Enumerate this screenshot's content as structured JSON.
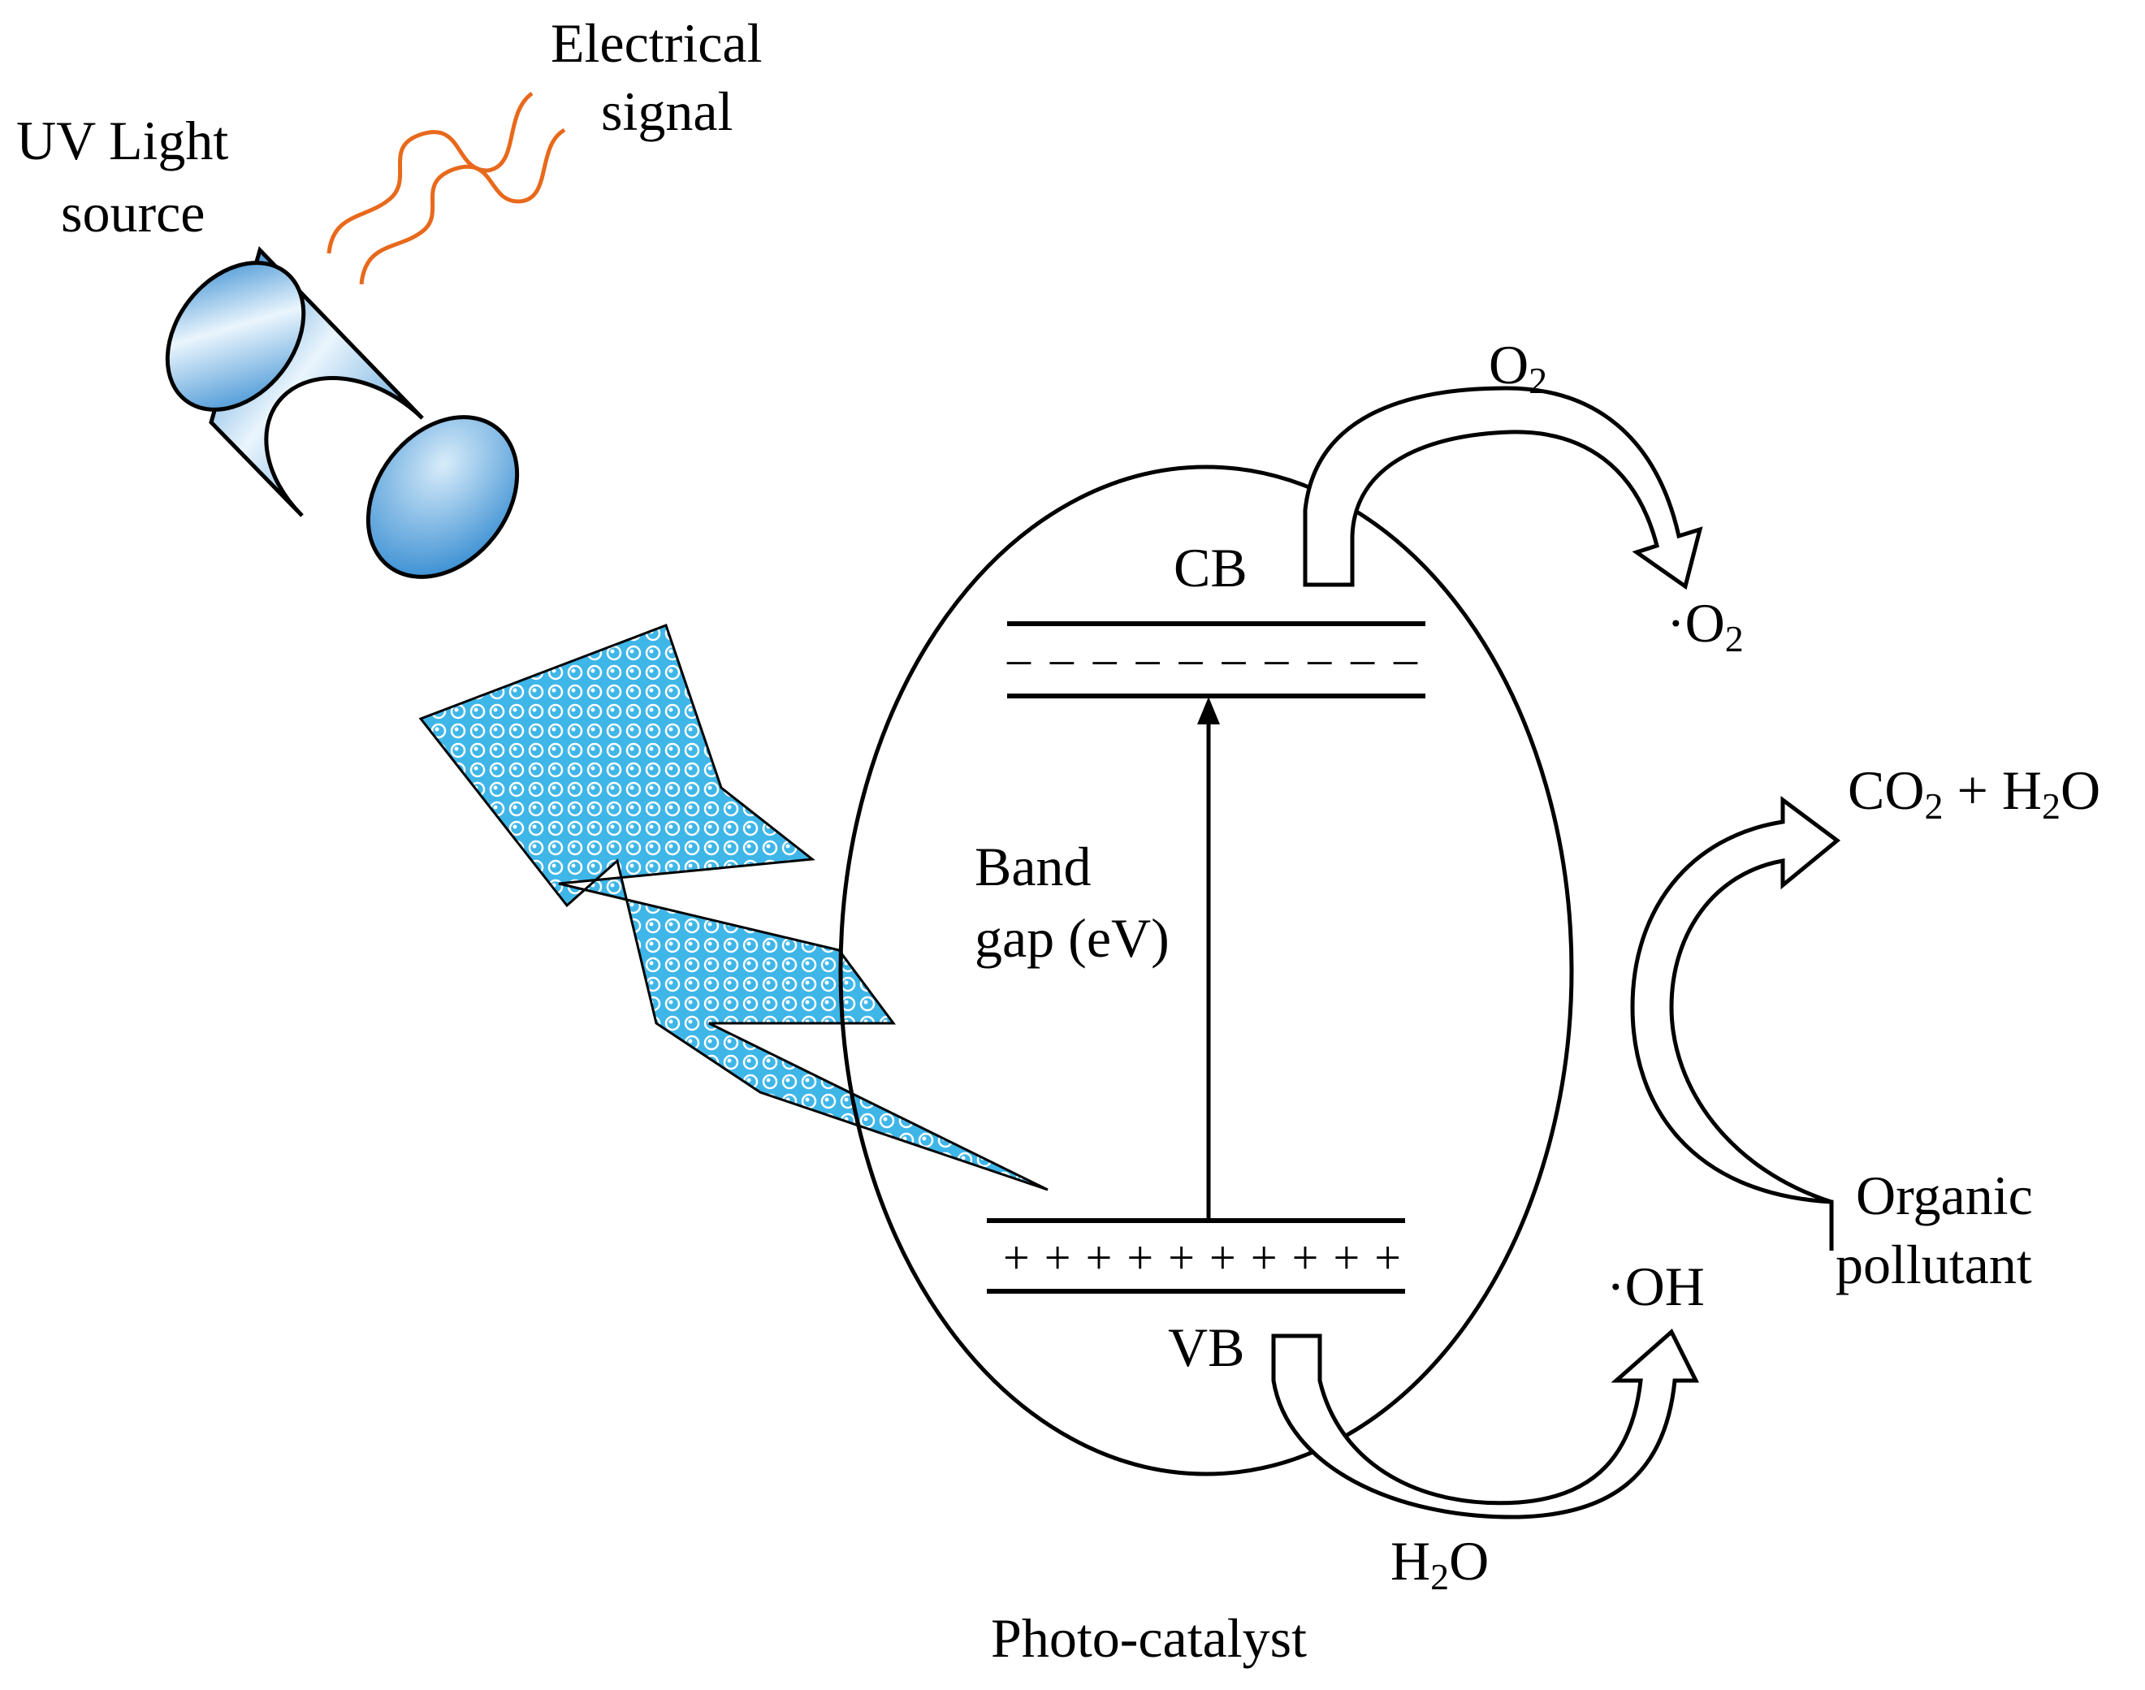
{
  "labels": {
    "uv_light_line1": "UV Light",
    "uv_light_line2": "source",
    "electrical_line1": "Electrical",
    "electrical_line2": "signal",
    "o2_base": "O",
    "o2_sub": "2",
    "cb": "CB",
    "superoxide_base": "·O",
    "superoxide_sub": "2",
    "products_co": "CO",
    "products_co_sub": "2",
    "products_plus_h": " + H",
    "products_h_sub": "2",
    "products_o": "O",
    "band_line1": "Band",
    "band_line2": "gap (eV)",
    "electrons": "– – – – – – – – – –",
    "holes": "+ + + + + + + + + +",
    "vb": "VB",
    "hydroxyl": "·OH",
    "organic_line1": "Organic",
    "organic_line2": "pollutant",
    "h2o_h": "H",
    "h2o_sub": "2",
    "h2o_o": "O",
    "photocatalyst": "Photo-catalyst"
  },
  "colors": {
    "cylinder_blue": "#2f8fd4",
    "signal_orange": "#e8691c",
    "bolt_fill": "#3fb6e8",
    "line": "#000000"
  }
}
